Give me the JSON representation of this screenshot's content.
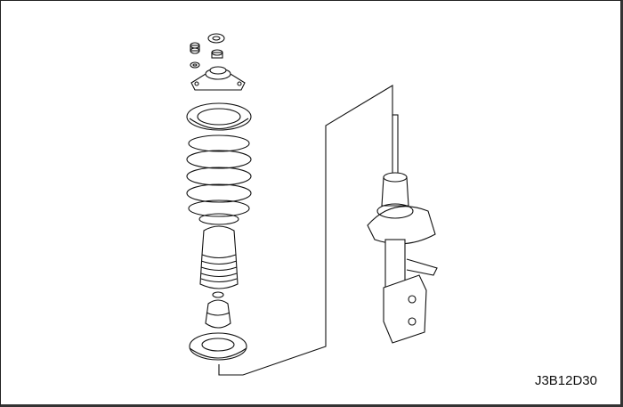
{
  "figure": {
    "code": "J3B12D30",
    "parts": [
      "nut",
      "washer",
      "strut-mount-cap",
      "strut-mount",
      "spring-upper-seat",
      "coil-spring",
      "dust-boot",
      "bump-stop",
      "spring-lower-seat",
      "strut-assembly"
    ]
  }
}
